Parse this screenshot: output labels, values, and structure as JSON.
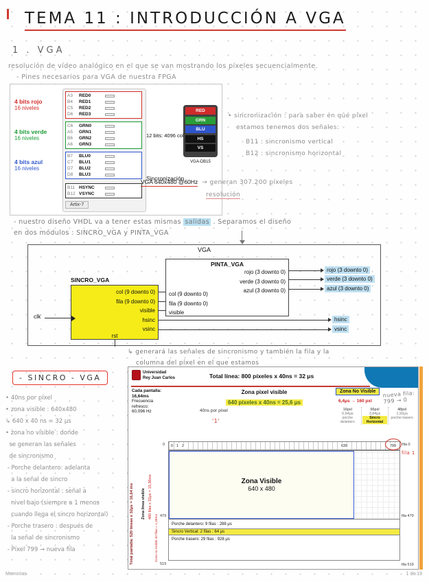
{
  "page": {
    "footer_left": "Memorias",
    "footer_right": "1 de 19"
  },
  "title": "TEMA 11 : INTRODUCCIÓN A VGA",
  "vga_section": {
    "heading": "1 . VGA",
    "intro": "resolución de vídeo analógico en el que se van mostrando los píxeles secuencialmente.",
    "pines": "- Pines necesarios para VGA de nuestra FPGA"
  },
  "fpga_diagram": {
    "red_label": "4 bits rojo",
    "red_levels": "16 niveles",
    "green_label": "4 bits verde",
    "green_levels": "16 niveles",
    "blue_label": "4 bits azul",
    "blue_levels": "16 niveles",
    "red_pins": [
      {
        "pin": "A3",
        "sig": "RED0"
      },
      {
        "pin": "B4",
        "sig": "RED1"
      },
      {
        "pin": "C5",
        "sig": "RED2"
      },
      {
        "pin": "D6",
        "sig": "RED3"
      }
    ],
    "green_pins": [
      {
        "pin": "C6",
        "sig": "GRN0"
      },
      {
        "pin": "A5",
        "sig": "GRN1"
      },
      {
        "pin": "B6",
        "sig": "GRN2"
      },
      {
        "pin": "A6",
        "sig": "GRN3"
      }
    ],
    "blue_pins": [
      {
        "pin": "B7",
        "sig": "BLU0"
      },
      {
        "pin": "C7",
        "sig": "BLU1"
      },
      {
        "pin": "D7",
        "sig": "BLU2"
      },
      {
        "pin": "D8",
        "sig": "BLU3"
      }
    ],
    "sync_pins": [
      {
        "pin": "B11",
        "sig": "HSYNC"
      },
      {
        "pin": "B12",
        "sig": "VSYNC"
      }
    ],
    "bits_text": "12 bits: 4096 colores",
    "connector_labels": [
      "RED",
      "GRN",
      "BLU",
      "HS",
      "VS"
    ],
    "connector_name": "VGA-DB15",
    "board_name": "Artix-7",
    "sync_title": "Sincronización",
    "sync_mode": "VGA 640x480 @60Hz",
    "sync_note": "→ generan 307.200 píxeles",
    "sync_note2": "resolución"
  },
  "sync_notes": {
    "l1": "• sincronización : para saber en qué píxel",
    "l2": "estamos tenemos dos señales:",
    "l3": "B11 : sincronismo vertical",
    "l4": "B12 : sincronismo horizontal"
  },
  "design_note": {
    "pre": "- nuestro diseño VHDL va a tener estas mismas ",
    "hl": "salidas",
    "post": " . Separamos el diseño",
    "line2": "en dos módulos : SINCRO_VGA  y  PINTA_VGA"
  },
  "block_diagram": {
    "outer_label": "VGA",
    "pinta_title": "PINTA_VGA",
    "pinta_inputs": [
      "col (9 downto 0)",
      "fila (9 downto 0)",
      "visible"
    ],
    "pinta_outputs": [
      "rojo (3 downto 0)",
      "verde (3 downto 0)",
      "azul (3 downto 0)"
    ],
    "sincro_title": "SINCRO_VGA",
    "sincro_outputs": [
      "col (9 downto 0)",
      "fila (9 downto 0)",
      "visible",
      "hsinc",
      "vsinc"
    ],
    "clk": "clk",
    "rst": "rst",
    "ext_outputs": [
      "rojo (3 downto 0)",
      "verde (3 downto 0)",
      "azul (3 downto 0)"
    ],
    "ext_sync": [
      "hsinc",
      "vsinc"
    ],
    "annotation1": "↳ generará las señales de sincronismo y también la fila y la",
    "annotation2": "columna del píxel en el que estamos"
  },
  "sincro_section": {
    "heading": "- SINCRO - VGA",
    "bullets": [
      "• 40ns por píxel",
      "• zona visible : 640x480",
      "↳ 640 x 40 ns = 32 μs",
      "• zona no visible : donde",
      "  se generan las señales",
      "  de sincronismo",
      " - Porche delantero: adelanta",
      "   a la señal de sincro",
      " - sincro horizontal : señal a",
      "   nivel bajo (siempre a 1 menos",
      "   cuando llega el sincro horizontal)",
      " - Porche trasero : después de",
      "   la señal de sincronismo",
      " - Píxel 799 → nueva fila"
    ]
  },
  "timing": {
    "logo_line1": "Universidad",
    "logo_line2": "Rey Juan Carlos",
    "total_line": "Total línea: 800 píxeles x 40ns = 32 μs",
    "screen_lines": [
      "Cada pantalla:",
      "16,64ms",
      "Frecuencia",
      "refresco:",
      "60,096 Hz"
    ],
    "visible_zone_title": "Zona pixel visible",
    "visible_zone_value": "640 píxeles x 40ns = 25,6 μs",
    "novisible_title": "Zona No Visible",
    "novisible_value": "6,4μs → 160 pxl",
    "per_pixel": "40ns por píxel",
    "porches": [
      {
        "px": "16pxl",
        "t": "0,64μs",
        "label": "porche delantero"
      },
      {
        "px": "96pxl",
        "t": "3,84μs",
        "label": "Sincro Horizontal"
      },
      {
        "px": "48pxl",
        "t": "1,92μs",
        "label": "porche trasero"
      }
    ],
    "ruler": [
      "0",
      "1",
      "2",
      "639",
      "799"
    ],
    "row_start": "0",
    "row_479": "479",
    "row_519": "519",
    "fila0": "fila 0",
    "fila479": "fila 479",
    "fila519": "fila 519",
    "zona_visible_title": "Zona Visible",
    "zona_visible_size": "640 x 480",
    "left_total": "Total pantalla: 520 líneas x 32μs = 16,64 ms",
    "left_visible_title": "Zona línea visible",
    "left_visible_value": "480 filas x 32μs = 15,36ms",
    "left_novisible": "Zona no visible  40 filas = 1,28ms",
    "bottom_rows": [
      "Porche delantero: 9 filas : 288 μs",
      "Sincro Vertical: 2 filas : 64 μs",
      "Porche trasero: 29 filas : 928 μs"
    ],
    "hw_one": "'1'",
    "hw_nueva_1": "nueva fila:",
    "hw_nueva_2": "799 → 0",
    "hw_fila1": "fila 1"
  }
}
